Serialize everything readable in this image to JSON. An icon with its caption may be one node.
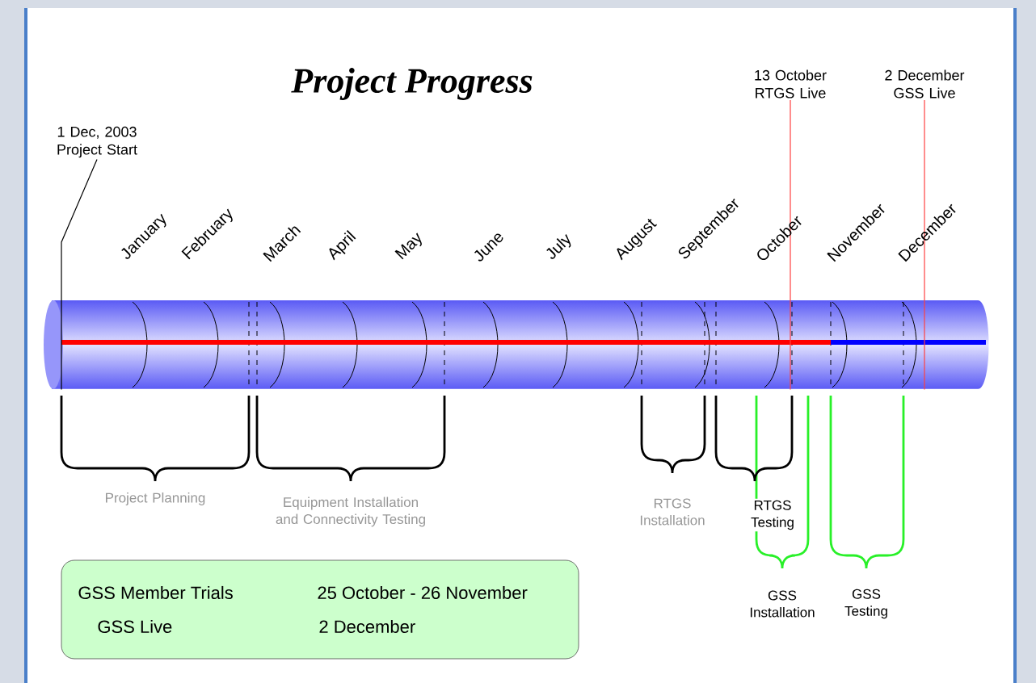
{
  "diagram": {
    "title": "Project Progress",
    "nodes": [
      {
        "text": [
          "1 Dec, 2003 Project Start"
        ]
      },
      {
        "text": [
          "13 October RTGS Live"
        ]
      },
      {
        "text": [
          "2 December GSS Live"
        ]
      },
      {
        "text": [],
        "shape": "cylinder"
      },
      {
        "text": [
          "GSS Member Trials",
          "25 October - 26 November",
          "GSS Live",
          "2 December"
        ]
      }
    ],
    "edges": [
      {
        "from": 0,
        "to": 3,
        "arrow": "none",
        "color": "#000000"
      },
      {
        "from": 1,
        "to": 3,
        "arrow": "none",
        "color": "#ff4040"
      },
      {
        "from": 2,
        "to": 3,
        "arrow": "none",
        "color": "#ff4040"
      }
    ],
    "labels": [
      "January",
      "February",
      "March",
      "April",
      "May",
      "June",
      "July",
      "August",
      "September",
      "October",
      "November",
      "December",
      "Project Planning",
      "Equipment Installation and Connectivity Testing",
      "RTGS Installation",
      "RTGS Testing",
      "GSS Installation",
      "GSS Testing"
    ]
  }
}
